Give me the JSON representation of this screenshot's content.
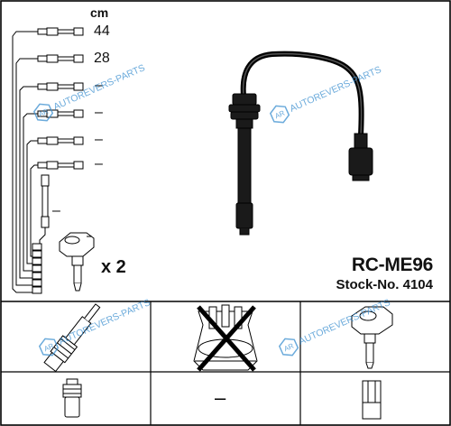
{
  "lengths": {
    "unit": "cm",
    "items": [
      "44",
      "28",
      "–",
      "–",
      "–",
      "–",
      "–"
    ]
  },
  "quantity_label": "x 2",
  "product": {
    "code": "RC-ME96",
    "stock": "Stock-No. 4104"
  },
  "components": [
    {
      "name": "spark-plug",
      "status": "included"
    },
    {
      "name": "distributor-cap",
      "status": "not-included"
    },
    {
      "name": "ignition-coil",
      "status": "included"
    },
    {
      "name": "plug-terminal",
      "status": "included"
    },
    {
      "name": "none",
      "status": "–"
    },
    {
      "name": "coil-terminal",
      "status": "included"
    }
  ],
  "watermark": {
    "text": "AUTOREVERS-PARTS",
    "color": "#3b8fd0"
  }
}
